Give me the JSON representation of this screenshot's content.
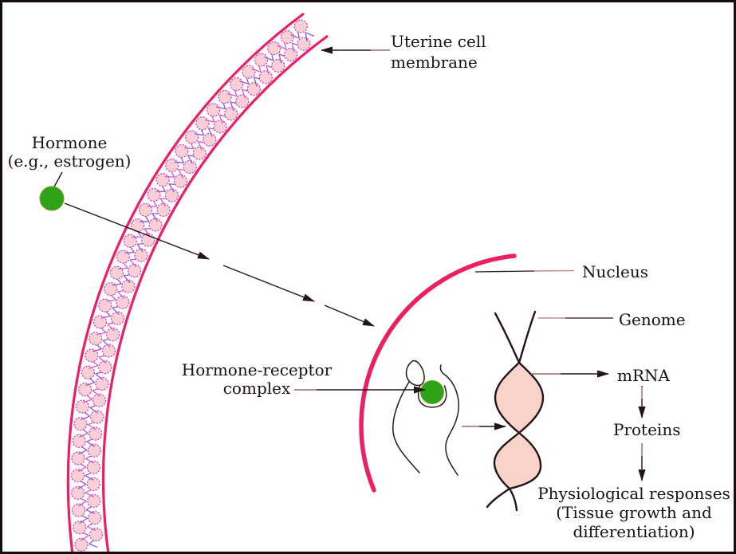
{
  "diagram": {
    "labels": {
      "membrane_line1": "Uterine cell",
      "membrane_line2": "membrane",
      "hormone_line1": "Hormone",
      "hormone_line2": "(e.g., estrogen)",
      "nucleus": "Nucleus",
      "genome": "Genome",
      "mrna": "mRNA",
      "proteins": "Proteins",
      "complex_line1": "Hormone-receptor",
      "complex_line2": "complex",
      "responses_line1": "Physiological responses",
      "responses_line2": "(Tissue growth and",
      "responses_line3": "differentiation)"
    },
    "colors": {
      "membrane_pink": "#ed1f63",
      "lipid_head_fill": "#f9cfd6",
      "lipid_head_stroke": "#c244c2",
      "lipid_tail_a": "#cf59cf",
      "lipid_tail_b": "#9058d0",
      "hormone_green": "#2da317",
      "hormone_green_rim": "#7d9f2e",
      "helix_fill": "#f9d3c9",
      "line_dark": "#241418",
      "line_tan": "#bc9191",
      "text_dark": "#1a1014",
      "border_dark": "#170c0e"
    }
  }
}
